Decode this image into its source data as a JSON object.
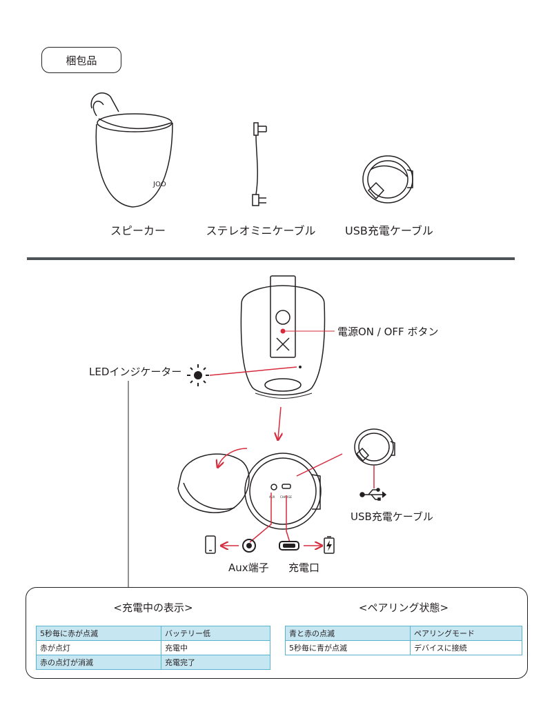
{
  "package": {
    "heading": "梱包品",
    "items": [
      {
        "label": "スピーカー",
        "icon": "speaker-icon"
      },
      {
        "label": "ステレオミニケーブル",
        "icon": "stereo-cable-icon"
      },
      {
        "label": "USB充電ケーブル",
        "icon": "usb-cable-icon"
      }
    ]
  },
  "diagram": {
    "power_button_label": "電源ON / OFF ボタン",
    "led_label": "LEDインジケーター",
    "usb_label": "USB充電ケーブル",
    "aux_label": "Aux端子",
    "charge_label": "充電口",
    "aux_port_text": "AUX",
    "charge_port_text": "CHARGE",
    "accent_color": "#d62a3d"
  },
  "status": {
    "charging": {
      "title": "<充電中の表示>",
      "rows": [
        {
          "pattern": "5秒毎に赤が点滅",
          "meaning": "バッテリー低"
        },
        {
          "pattern": "赤が点灯",
          "meaning": "充電中"
        },
        {
          "pattern": "赤の点灯が消滅",
          "meaning": "充電完了"
        }
      ]
    },
    "pairing": {
      "title": "<ペアリング状態>",
      "rows": [
        {
          "pattern": "青と赤の点滅",
          "meaning": "ペアリングモード"
        },
        {
          "pattern": "5秒毎に青が点滅",
          "meaning": "デバイスに接続"
        }
      ]
    }
  }
}
